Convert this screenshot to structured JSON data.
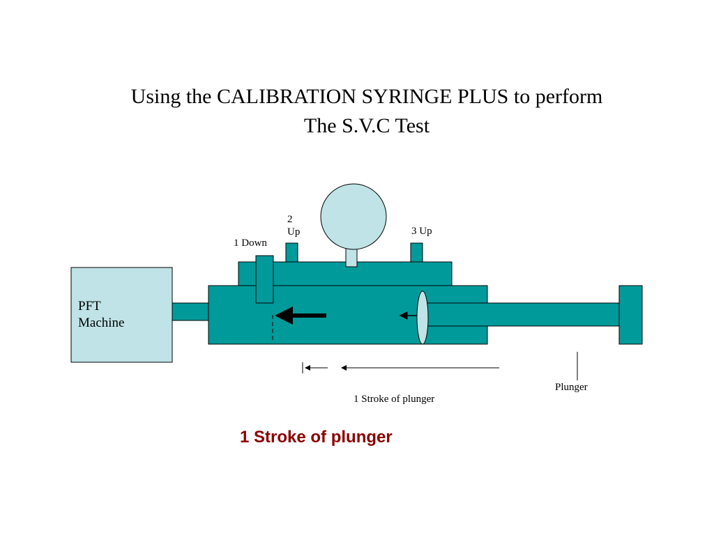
{
  "title": {
    "line1": "Using the CALIBRATION SYRINGE PLUS to perform",
    "line2": "The S.V.C Test"
  },
  "diagram": {
    "pft_machine": {
      "line1": "PFT",
      "line2": "Machine"
    },
    "valve_1": "1 Down",
    "valve_2": {
      "line1": "2",
      "line2": "Up"
    },
    "valve_3": "3 Up",
    "stroke_label": "1 Stroke of plunger",
    "plunger_label": "Plunger"
  },
  "caption": "1 Stroke of plunger",
  "colors": {
    "teal": "#009a9a",
    "light_teal": "#bfe3e6",
    "caption_red": "#8b0000"
  }
}
